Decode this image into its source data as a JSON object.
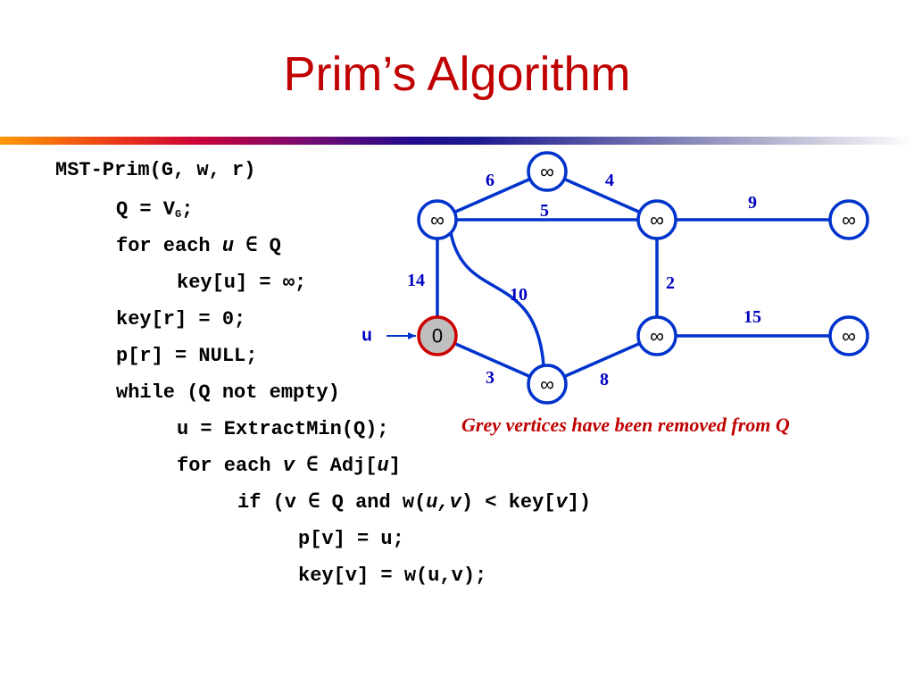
{
  "title": "Prim’s Algorithm",
  "code": {
    "l1": "MST-Prim(G, w, r)",
    "l2a": "Q = V",
    "l2sub": "G",
    "l2b": ";",
    "l3a": "for each ",
    "l3var": "u",
    "l3b": " ∈ Q",
    "l4": "key[u] = ∞;",
    "l5": "key[r] = 0;",
    "l6": "p[r] = NULL;",
    "l7": "while (Q not empty)",
    "l8": "u = ExtractMin(Q);",
    "l9a": "for each ",
    "l9var": "v",
    "l9b": " ∈ Adj[",
    "l9var2": "u",
    "l9c": "]",
    "l10a": "if (v ∈ Q and w(",
    "l10var1": "u,v",
    "l10b": ") < key[",
    "l10var2": "v",
    "l10c": "])",
    "l11": "p[v] = u;",
    "l12": "key[v] = w(u,v);"
  },
  "note": "Grey vertices have been removed from Q",
  "graph": {
    "pointer_label": "u",
    "vertices": [
      {
        "id": "top",
        "key": "∞",
        "removed": false
      },
      {
        "id": "left",
        "key": "∞",
        "removed": false
      },
      {
        "id": "mid",
        "key": "∞",
        "removed": false
      },
      {
        "id": "right",
        "key": "∞",
        "removed": false
      },
      {
        "id": "root",
        "key": "0",
        "removed": true
      },
      {
        "id": "lowmid",
        "key": "∞",
        "removed": false
      },
      {
        "id": "lowright",
        "key": "∞",
        "removed": false
      },
      {
        "id": "bottom",
        "key": "∞",
        "removed": false
      }
    ],
    "edges": [
      {
        "from": "left",
        "to": "top",
        "weight": "6"
      },
      {
        "from": "top",
        "to": "mid",
        "weight": "4"
      },
      {
        "from": "left",
        "to": "mid",
        "weight": "5"
      },
      {
        "from": "mid",
        "to": "right",
        "weight": "9"
      },
      {
        "from": "left",
        "to": "root",
        "weight": "14"
      },
      {
        "from": "left",
        "to": "bottom",
        "weight": "10"
      },
      {
        "from": "mid",
        "to": "lowmid",
        "weight": "2"
      },
      {
        "from": "lowmid",
        "to": "lowright",
        "weight": "15"
      },
      {
        "from": "root",
        "to": "bottom",
        "weight": "3"
      },
      {
        "from": "bottom",
        "to": "lowmid",
        "weight": "8"
      }
    ],
    "colors": {
      "edge": "#0033cc",
      "vertex_border": "#0033cc",
      "removed_border": "#cc0000",
      "removed_fill": "#bfbfbf"
    }
  }
}
